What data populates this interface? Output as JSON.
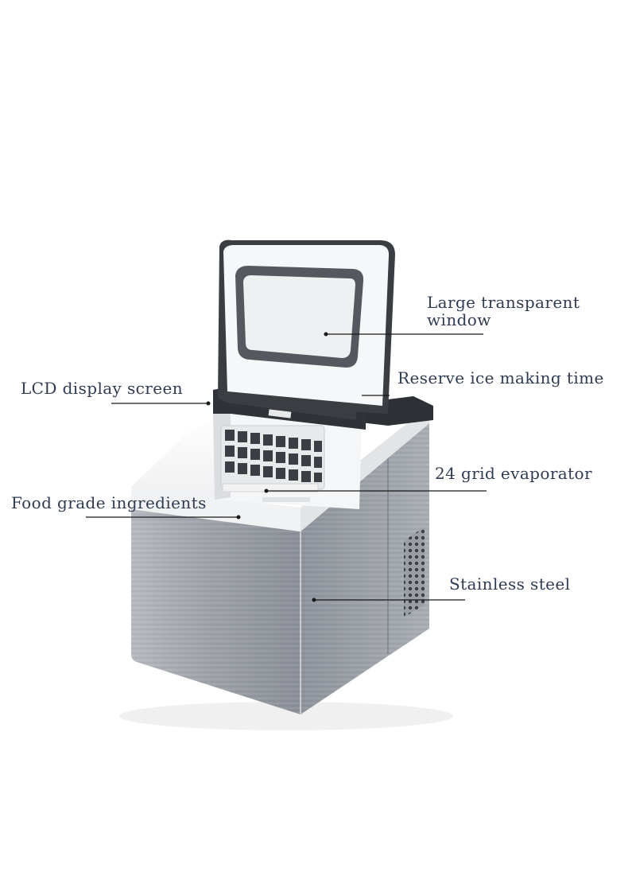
{
  "callouts": {
    "window": {
      "line1": "Large transparent",
      "line2": "window"
    },
    "lcd": "LCD display screen",
    "reserve": "Reserve ice making time",
    "evaporator": "24 grid evaporator",
    "food": "Food grade ingredients",
    "steel": "Stainless steel"
  },
  "colors": {
    "text": "#2f3b52",
    "leader_line": "#1a1a1a",
    "steel_front": "#9a9ea6",
    "steel_side": "#8c9099",
    "lid_frame": "#3a3d42",
    "panel_white": "#f4f5f6"
  }
}
